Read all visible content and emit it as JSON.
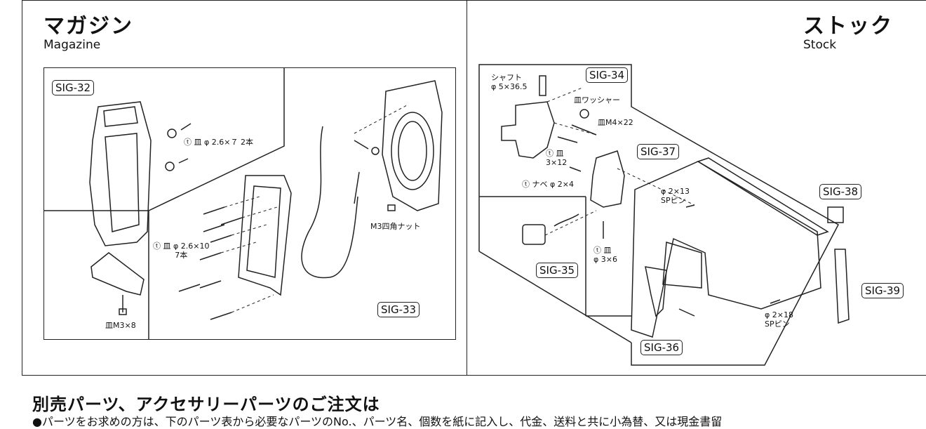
{
  "magazine": {
    "title_ja": "マガジン",
    "title_en": "Magazine",
    "tags": {
      "sig32": "SIG-32",
      "sig33": "SIG-33"
    },
    "labels": {
      "screw_a": "ⓣ 皿 φ 2.6×７ 2本",
      "screw_b": "ⓣ 皿 φ 2.6×10\n7本",
      "screw_c": "皿M3×8",
      "nut": "M3四角ナット"
    }
  },
  "stock": {
    "title_ja": "ストック",
    "title_en": "Stock",
    "tags": {
      "sig34": "SIG-34",
      "sig35": "SIG-35",
      "sig36": "SIG-36",
      "sig37": "SIG-37",
      "sig38": "SIG-38",
      "sig39": "SIG-39"
    },
    "labels": {
      "shaft": "シャフト\nφ 5×36.5",
      "washer": "皿ワッシャー",
      "m4": "皿M4×22",
      "ta312": "ⓣ 皿\n3×12",
      "nabe": "ⓣ ナベ φ 2×4",
      "pin13": "φ 2×13\nSPピン",
      "ta36": "ⓣ 皿\nφ 3×6",
      "pin18": "φ 2×18\nSPピン"
    }
  },
  "order": {
    "title": "別売パーツ、アクセサリーパーツのご注文は",
    "text": "●パーツをお求めの方は、下のパーツ表から必要なパーツのNo.、パーツ名、個数を紙に記入し、代金、送料と共に小為替、又は現金書留"
  }
}
